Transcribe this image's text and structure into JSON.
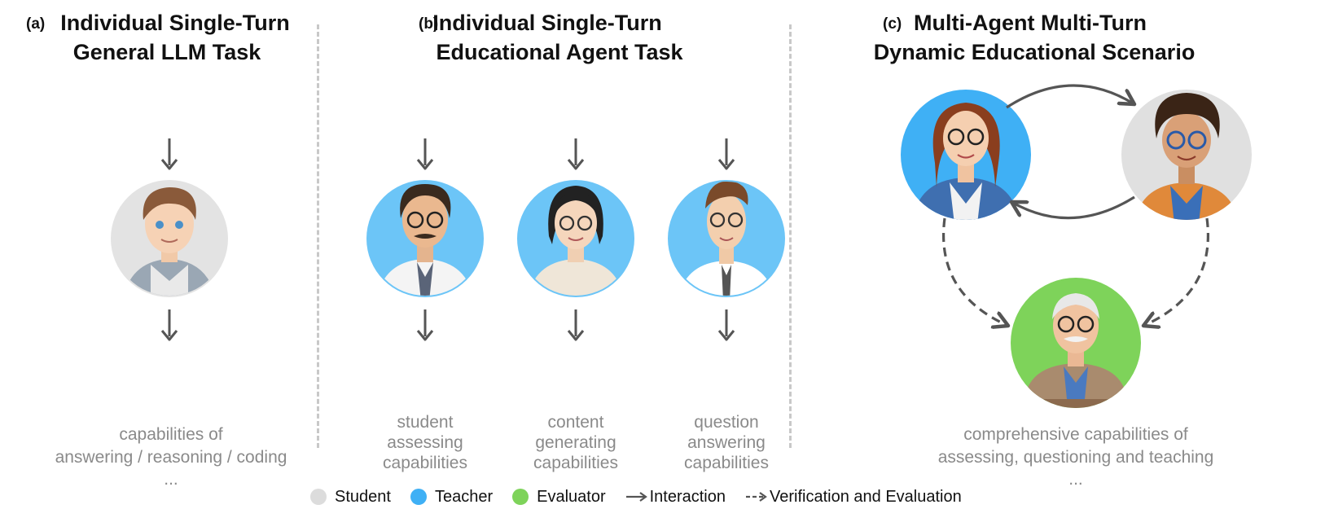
{
  "panels": {
    "a": {
      "tag": "(a)",
      "title_line1": "Individual Single-Turn",
      "title_line2": "General LLM Task",
      "caption_line1": "capabilities of",
      "caption_line2": "answering / reasoning / coding",
      "caption_line3": "..."
    },
    "b": {
      "tag": "(b)",
      "title_line1": "Individual Single-Turn",
      "title_line2": "Educational Agent Task",
      "captions": [
        {
          "line1": "student",
          "line2": "assessing",
          "line3": "capabilities"
        },
        {
          "line1": "content",
          "line2": "generating",
          "line3": "capabilities"
        },
        {
          "line1": "question",
          "line2": "answering",
          "line3": "capabilities"
        }
      ]
    },
    "c": {
      "tag": "(c)",
      "title_line1": "Multi-Agent Multi-Turn",
      "title_line2": "Dynamic Educational Scenario",
      "caption_line1": "comprehensive capabilities of",
      "caption_line2": "assessing, questioning and teaching",
      "caption_line3": "..."
    }
  },
  "legend": {
    "student": "Student",
    "teacher": "Teacher",
    "evaluator": "Evaluator",
    "interaction": "Interaction",
    "verification": "Verification and Evaluation"
  },
  "colors": {
    "student": "#e0e0e0",
    "teacher": "#3fb0f5",
    "teacher_light": "#6cc5f7",
    "evaluator": "#7ed35a",
    "arrow": "#555555",
    "caption": "#8a8a8a"
  }
}
